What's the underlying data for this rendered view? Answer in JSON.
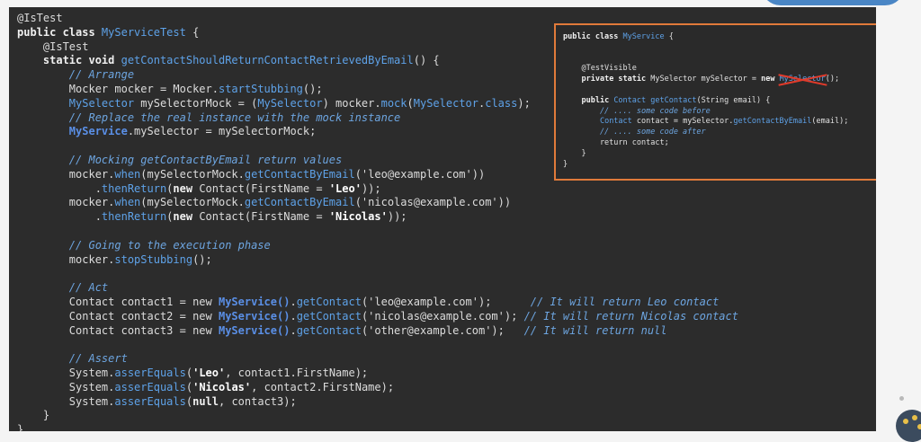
{
  "main_code": [
    [
      [
        "@IsTest",
        "t"
      ]
    ],
    [
      [
        "public class ",
        "kw"
      ],
      [
        "MyServiceTest",
        "fn"
      ],
      [
        " {",
        "t"
      ]
    ],
    [
      [
        "    @IsTest",
        "t"
      ]
    ],
    [
      [
        "    ",
        "t"
      ],
      [
        "static void ",
        "kw"
      ],
      [
        "getContactShouldReturnContactRetrievedByEmail",
        "fn"
      ],
      [
        "() {",
        "t"
      ]
    ],
    [
      [
        "        // Arrange",
        "cm"
      ]
    ],
    [
      [
        "        Mocker mocker = Mocker.",
        "t"
      ],
      [
        "startStubbing",
        "fn"
      ],
      [
        "();",
        "t"
      ]
    ],
    [
      [
        "        ",
        "t"
      ],
      [
        "MySelector",
        "cls"
      ],
      [
        " mySelectorMock = (",
        "t"
      ],
      [
        "MySelector",
        "cls"
      ],
      [
        ") mocker.",
        "t"
      ],
      [
        "mock",
        "fn"
      ],
      [
        "(",
        "t"
      ],
      [
        "MySelector",
        "cls"
      ],
      [
        ".",
        "t"
      ],
      [
        "class",
        "cls"
      ],
      [
        ");",
        "t"
      ]
    ],
    [
      [
        "        // Replace the real instance with the mock instance",
        "cm"
      ]
    ],
    [
      [
        "        ",
        "t"
      ],
      [
        "MyService",
        "bigcls"
      ],
      [
        ".mySelector = mySelectorMock;",
        "t"
      ]
    ],
    [
      [
        "",
        "t"
      ]
    ],
    [
      [
        "        // Mocking getContactByEmail return values",
        "cm"
      ]
    ],
    [
      [
        "        mocker.",
        "t"
      ],
      [
        "when",
        "fn"
      ],
      [
        "(mySelectorMock.",
        "t"
      ],
      [
        "getContactByEmail",
        "fn"
      ],
      [
        "('leo@example.com'))",
        "t"
      ]
    ],
    [
      [
        "            .",
        "t"
      ],
      [
        "thenReturn",
        "fn"
      ],
      [
        "(",
        "t"
      ],
      [
        "new ",
        "kw"
      ],
      [
        "Contact(FirstName = ",
        "t"
      ],
      [
        "'Leo'",
        "boldstr"
      ],
      [
        "));",
        "t"
      ]
    ],
    [
      [
        "        mocker.",
        "t"
      ],
      [
        "when",
        "fn"
      ],
      [
        "(mySelectorMock.",
        "t"
      ],
      [
        "getContactByEmail",
        "fn"
      ],
      [
        "('nicolas@example.com'))",
        "t"
      ]
    ],
    [
      [
        "            .",
        "t"
      ],
      [
        "thenReturn",
        "fn"
      ],
      [
        "(",
        "t"
      ],
      [
        "new ",
        "kw"
      ],
      [
        "Contact(FirstName = ",
        "t"
      ],
      [
        "'Nicolas'",
        "boldstr"
      ],
      [
        "));",
        "t"
      ]
    ],
    [
      [
        "",
        "t"
      ]
    ],
    [
      [
        "        // Going to the execution phase",
        "cm"
      ]
    ],
    [
      [
        "        mocker.",
        "t"
      ],
      [
        "stopStubbing",
        "fn"
      ],
      [
        "();",
        "t"
      ]
    ],
    [
      [
        "",
        "t"
      ]
    ],
    [
      [
        "        // Act",
        "cm"
      ]
    ],
    [
      [
        "        Contact contact1 = new ",
        "t"
      ],
      [
        "MyService()",
        "bigcls"
      ],
      [
        ".",
        "t"
      ],
      [
        "getContact",
        "fn"
      ],
      [
        "('leo@example.com');      ",
        "t"
      ],
      [
        "// It will return Leo contact",
        "cm"
      ]
    ],
    [
      [
        "        Contact contact2 = new ",
        "t"
      ],
      [
        "MyService()",
        "bigcls"
      ],
      [
        ".",
        "t"
      ],
      [
        "getContact",
        "fn"
      ],
      [
        "('nicolas@example.com'); ",
        "t"
      ],
      [
        "// It will return Nicolas contact",
        "cm"
      ]
    ],
    [
      [
        "        Contact contact3 = new ",
        "t"
      ],
      [
        "MyService()",
        "bigcls"
      ],
      [
        ".",
        "t"
      ],
      [
        "getContact",
        "fn"
      ],
      [
        "('other@example.com');   ",
        "t"
      ],
      [
        "// It will return null",
        "cm"
      ]
    ],
    [
      [
        "",
        "t"
      ]
    ],
    [
      [
        "        // Assert",
        "cm"
      ]
    ],
    [
      [
        "        System.",
        "t"
      ],
      [
        "asserEquals",
        "fn"
      ],
      [
        "(",
        "t"
      ],
      [
        "'Leo'",
        "boldstr"
      ],
      [
        ", contact1.FirstName);",
        "t"
      ]
    ],
    [
      [
        "        System.",
        "t"
      ],
      [
        "asserEquals",
        "fn"
      ],
      [
        "(",
        "t"
      ],
      [
        "'Nicolas'",
        "boldstr"
      ],
      [
        ", contact2.FirstName);",
        "t"
      ]
    ],
    [
      [
        "        System.",
        "t"
      ],
      [
        "asserEquals",
        "fn"
      ],
      [
        "(",
        "t"
      ],
      [
        "null",
        "kw"
      ],
      [
        ", contact3);",
        "t"
      ]
    ],
    [
      [
        "    }",
        "t"
      ]
    ],
    [
      [
        "}",
        "t"
      ]
    ]
  ],
  "popup_code": [
    [
      [
        "public class ",
        "kw"
      ],
      [
        "MyService",
        "fn"
      ],
      [
        " {",
        "t"
      ]
    ],
    [
      [
        "",
        "t"
      ]
    ],
    [
      [
        "",
        "t"
      ]
    ],
    [
      [
        "    @TestVisible",
        "t"
      ]
    ],
    [
      [
        "    ",
        "t"
      ],
      [
        "private static ",
        "kw"
      ],
      [
        "MySelector mySelector = ",
        "t"
      ],
      [
        "new ",
        "kw"
      ],
      [
        "MySelector",
        "strike"
      ],
      [
        "();",
        "t"
      ]
    ],
    [
      [
        "",
        "t"
      ]
    ],
    [
      [
        "    ",
        "t"
      ],
      [
        "public ",
        "kw"
      ],
      [
        "Contact ",
        "fn"
      ],
      [
        "getContact",
        "fn"
      ],
      [
        "(String email) {",
        "t"
      ]
    ],
    [
      [
        "        // .... some code before",
        "cm"
      ]
    ],
    [
      [
        "        ",
        "t"
      ],
      [
        "Contact",
        "fn"
      ],
      [
        " contact = mySelector.",
        "t"
      ],
      [
        "getContactByEmail",
        "fn"
      ],
      [
        "(email);",
        "t"
      ]
    ],
    [
      [
        "        // .... some code after",
        "cm"
      ]
    ],
    [
      [
        "        return contact;",
        "t"
      ]
    ],
    [
      [
        "    }",
        "t"
      ]
    ],
    [
      [
        "}",
        "t"
      ]
    ]
  ]
}
